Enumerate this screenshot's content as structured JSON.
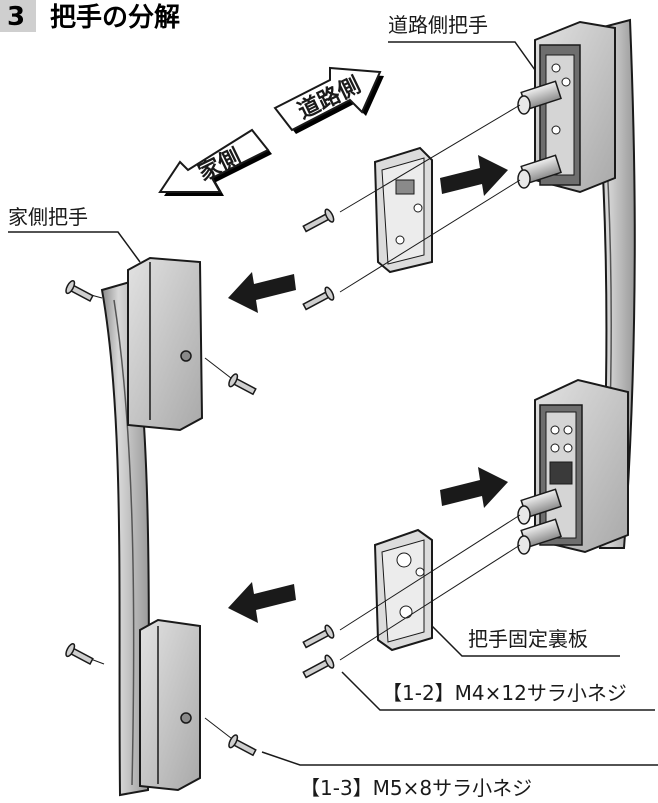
{
  "header": {
    "number": "3",
    "title": "把手の分解"
  },
  "labels": {
    "road_side_handle": "道路側把手",
    "house_side_handle": "家側把手",
    "handle_back_plate": "把手固定裏板",
    "screw_1_2": "【1-2】M4×12サラ小ネジ",
    "screw_1_3": "【1-3】M5×8サラ小ネジ"
  },
  "direction_arrows": {
    "road_side": "道路側",
    "house_side": "家側"
  },
  "colors": {
    "header_badge": "#cfcfcf",
    "part_face": "#c9c9c9",
    "part_dark": "#6e6e6e",
    "line": "#1a1a1a",
    "motion_arrow": "#1a1a1a"
  }
}
